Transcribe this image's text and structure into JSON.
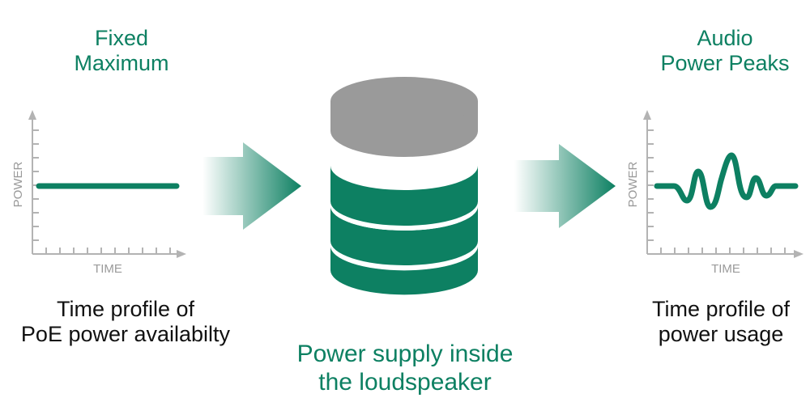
{
  "left_panel": {
    "heading_line1": "Fixed",
    "heading_line2": "Maximum",
    "y_axis_label": "POWER",
    "x_axis_label": "TIME",
    "caption_line1": "Time profile of",
    "caption_line2": "PoE power availabilty"
  },
  "center": {
    "caption_line1": "Power supply inside",
    "caption_line2": "the loudspeaker"
  },
  "right_panel": {
    "heading_line1": "Audio",
    "heading_line2": "Power Peaks",
    "y_axis_label": "POWER",
    "x_axis_label": "TIME",
    "caption_line1": "Time profile of",
    "caption_line2": "power usage"
  },
  "colors": {
    "accent": "#0d8062",
    "axis": "#b3b3b3",
    "cylinder_gray": "#9a9a9a",
    "text": "#111111"
  }
}
